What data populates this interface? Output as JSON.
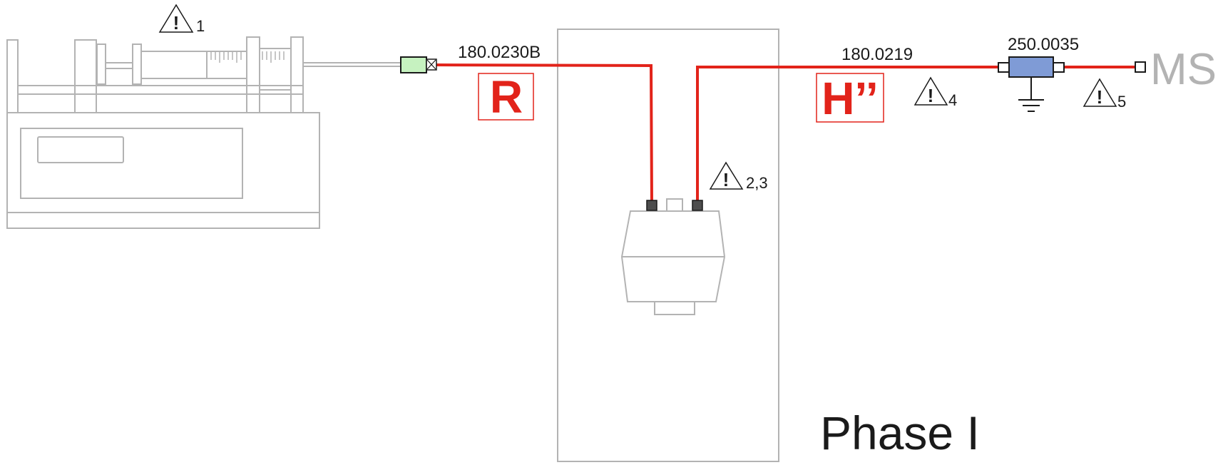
{
  "labels": {
    "part_r": "180.0230B",
    "part_h": "180.0219",
    "part_filter": "250.0035",
    "badge_r": "R",
    "badge_h": "H’’",
    "ms": "MS",
    "phase": "Phase I"
  },
  "warnings": [
    {
      "symbol": "!",
      "number": "1"
    },
    {
      "symbol": "!",
      "number": "2,3"
    },
    {
      "symbol": "!",
      "number": "4"
    },
    {
      "symbol": "!",
      "number": "5"
    }
  ],
  "colors": {
    "tubing": "#e2231a",
    "equipment_outline": "#b3b3b3",
    "inlet_connector": "#c6f2c0",
    "filter": "#7f9bd6",
    "port": "#4d4d4d"
  },
  "icons": [
    "syringe-pump-icon",
    "warning-icon",
    "ground-icon",
    "valve-icon"
  ]
}
